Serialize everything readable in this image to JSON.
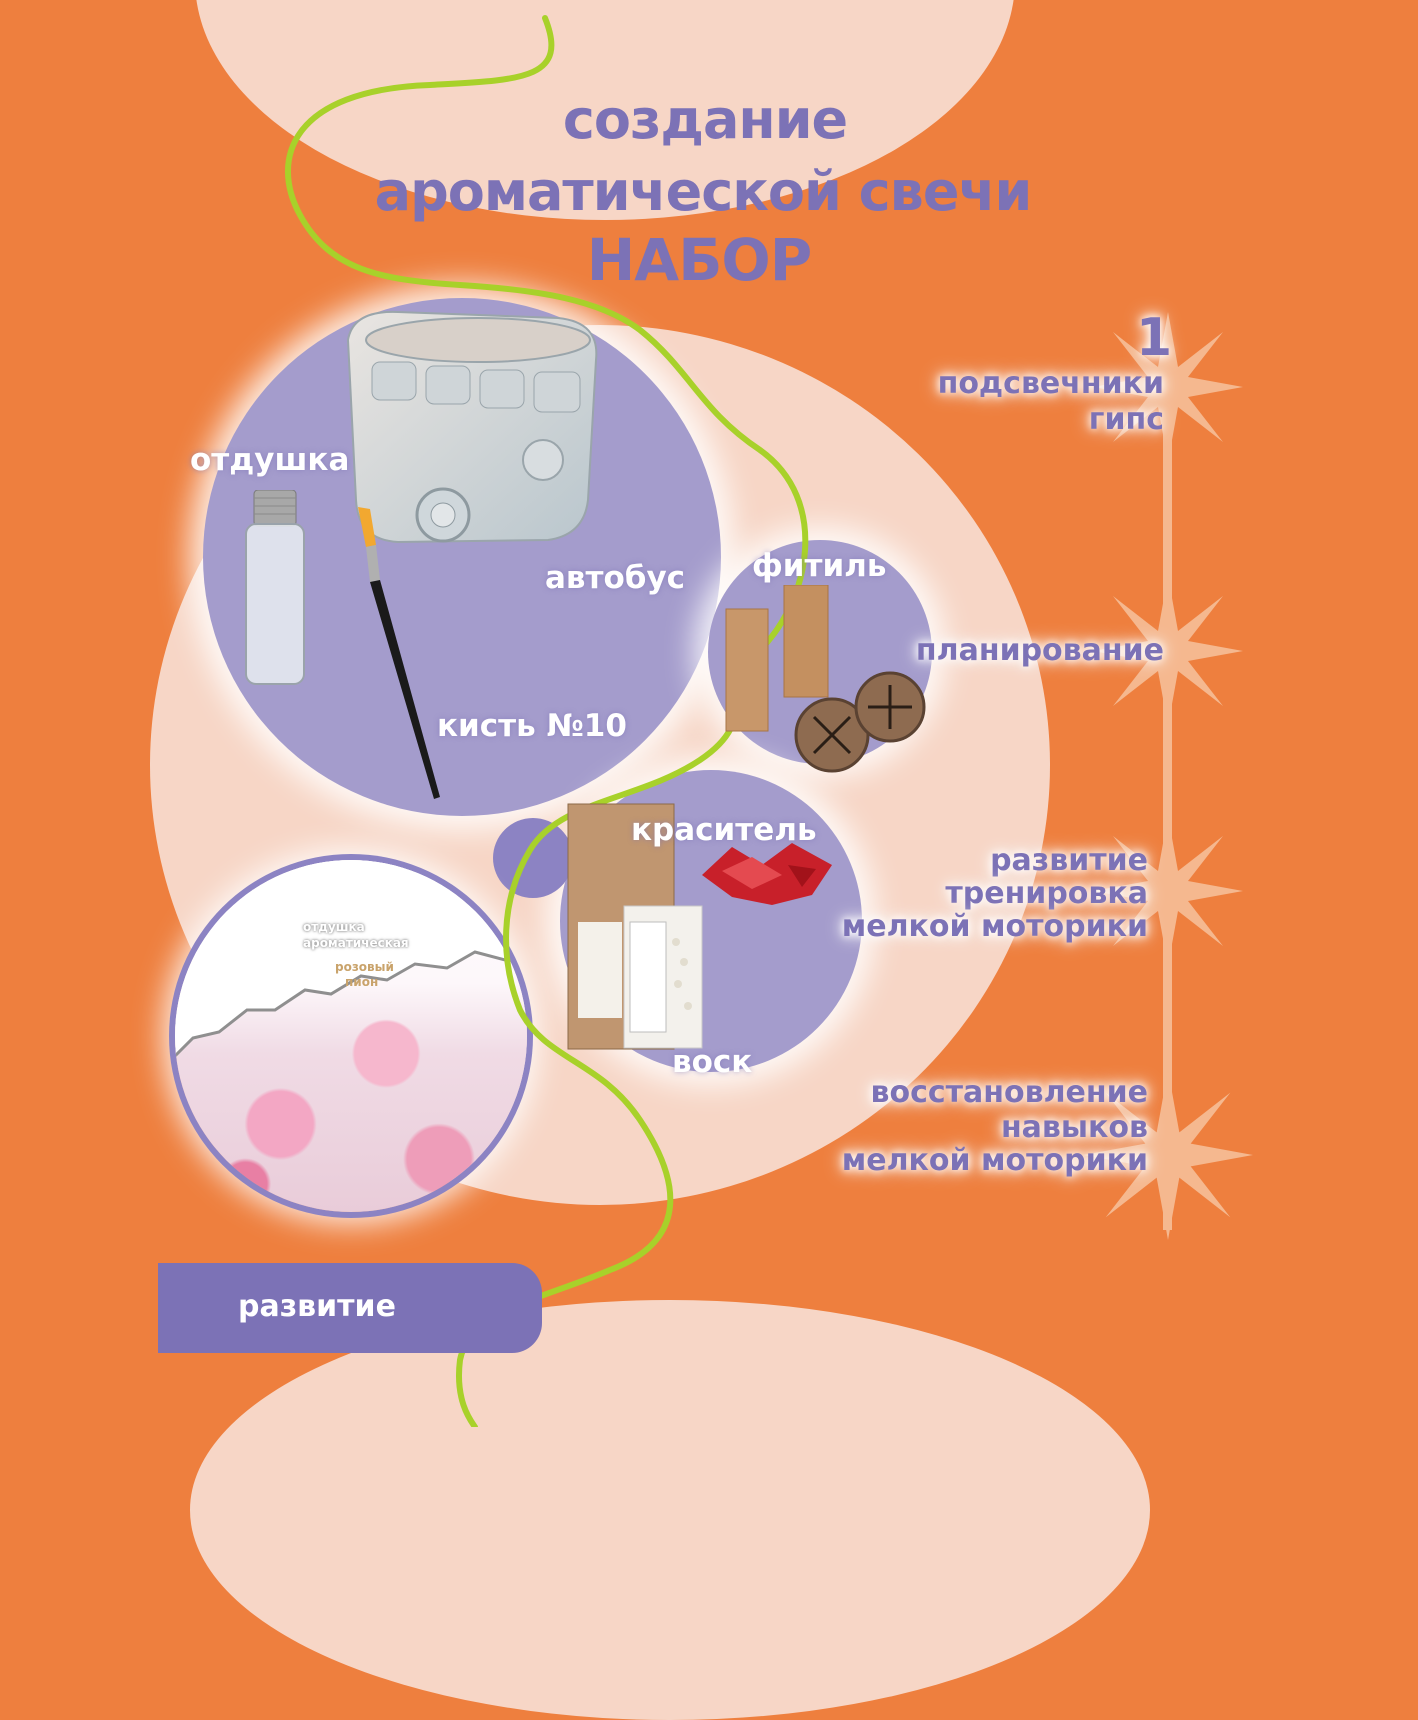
{
  "title": {
    "line1": "создание",
    "line2": "ароматической свечи",
    "line3": "НАБОР"
  },
  "labels": {
    "otdushka": "отдушка",
    "avtobus": "автобус",
    "kist": "кисть №10",
    "fitil": "фитиль",
    "krasitel": "краситель",
    "vosk": "воск"
  },
  "sticker": {
    "line1": "отдушка",
    "line2": "ароматическая",
    "line3": "розовый",
    "line4": "пион"
  },
  "timeline": {
    "number": "1",
    "item1_line1": "подсвечники",
    "item1_line2": "гипс",
    "item2": "планирование",
    "item3_line1": "развитие",
    "item3_line2": "тренировка",
    "item3_line3": "мелкой моторики",
    "item4_line1": "восстановление",
    "item4_line2": "навыков",
    "item4_line3": "мелкой моторики"
  },
  "badge": {
    "label": "развитие"
  },
  "colors": {
    "background": "#ee7f3e",
    "blob": "#f7d6c6",
    "purple": "#7c72b6",
    "circle": "#a49ccc",
    "vine": "#a8d12a"
  }
}
